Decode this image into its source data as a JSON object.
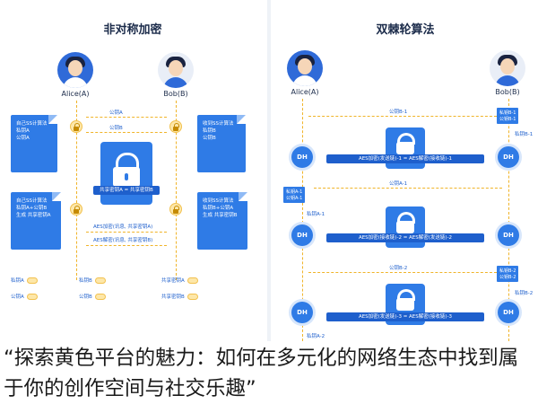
{
  "left": {
    "title": "非对称加密",
    "alice_name": "Alice(A)",
    "bob_name": "Bob(B)",
    "public_key_a": "公钥A",
    "public_key_b": "公钥B",
    "alice_doc_top": [
      "自己SS计算法",
      "私钥A",
      "公钥A"
    ],
    "bob_doc_top": [
      "收到SS计算法",
      "私钥B",
      "公钥B"
    ],
    "alice_doc_bottom": [
      "自己SS计算法",
      "私钥A+公钥B",
      "生成 共享密钥A"
    ],
    "bob_doc_bottom": [
      "收到SS计算法",
      "私钥B+公钥A",
      "生成 共享密钥B"
    ],
    "shared_label": "共享密钥A = 共享密钥B",
    "aes_encrypt": "AES加密(讯息, 共享密钥A)",
    "aes_decrypt": "AES解密(讯息, 共享密钥B)",
    "legend": [
      "私钥A",
      "公钥A",
      "共享密钥A",
      "私钥B",
      "公钥B",
      "共享密钥B"
    ]
  },
  "right": {
    "title": "双棘轮算法",
    "alice_name": "Alice(A)",
    "bob_name": "Bob(B)",
    "dh": "DH",
    "public_b1": "公钥B-1",
    "private_b1": [
      "私钥B-1",
      "公钥B-1"
    ],
    "private_b1_side": "私钥B-1",
    "aes_row1": "AES加密(发送链)-1 = AES解密(接收链)-1",
    "private_a1": [
      "私钥A-1",
      "公钥A-1"
    ],
    "public_a1": "公钥A-1",
    "private_a1_side": "私钥A-1",
    "aes_row2": "AES加密(接收链)-2 = AES解密(发送链)-2",
    "public_b2": "公钥B-2",
    "private_b2": [
      "私钥B-2",
      "公钥B-2"
    ],
    "private_b2_side": "私钥B-2",
    "aes_row3": "AES加密(发送链)-3 = AES解密(接收链)-3",
    "private_a2": "私钥A-2"
  },
  "caption": "“探索黄色平台的魅力：如何在多元化的网络生态中找到属于你的创作空间与社交乐趣”"
}
